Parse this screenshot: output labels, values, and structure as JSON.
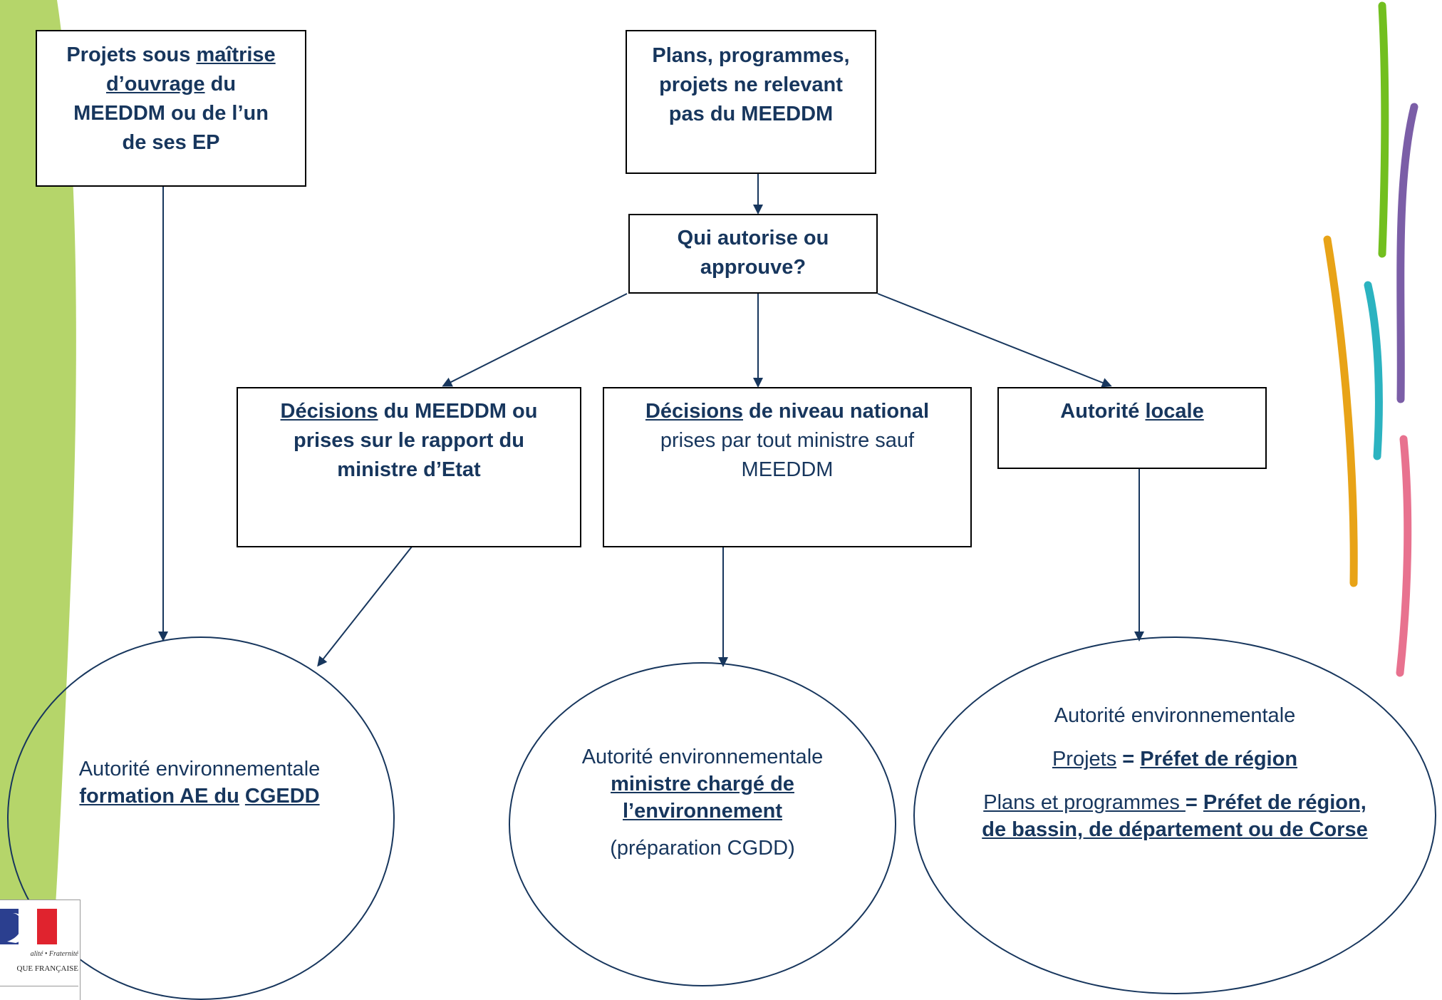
{
  "colors": {
    "green_band": "#b5d56a",
    "box_border": "#000000",
    "text": "#17365d",
    "arrow": "#17365d",
    "mark_green": "#72bf1f",
    "mark_purple": "#7b5ea7",
    "mark_orange": "#e8a317",
    "mark_teal": "#2bb3c0",
    "mark_pink": "#e8728f"
  },
  "boxes": {
    "projets_meeddm": {
      "line1_a": "Projets sous ",
      "line1_b": "maîtrise",
      "line2_a": "d’ouvrage",
      "line2_b": " du",
      "line3": "MEEDDM ou de l’un",
      "line4": "de ses EP"
    },
    "plans_programmes": {
      "line1": "Plans, programmes,",
      "line2": "projets ne relevant",
      "line3": "pas du MEEDDM"
    },
    "qui_autorise": {
      "line1": "Qui autorise ou",
      "line2": "approuve?"
    },
    "decisions_meeddm": {
      "line1_a": "Décisions",
      "line1_b": " du MEEDDM ou",
      "line2": "prises sur le rapport du",
      "line3": "ministre d’Etat"
    },
    "decisions_national": {
      "line1_a": "Décisions",
      "line1_b": " de niveau national",
      "line2": "prises par tout ministre sauf",
      "line3": "MEEDDM"
    },
    "autorite_locale": {
      "line1_a": "Autorité ",
      "line1_b": "locale"
    }
  },
  "ellipses": {
    "cgedd": {
      "line1": "Autorité environnementale",
      "line2_a": "formation AE du",
      "line2_b": "CGEDD"
    },
    "ministre": {
      "line1": "Autorité environnementale",
      "line2": "ministre chargé de",
      "line3": "l’environnement",
      "line4": "(préparation CGDD)"
    },
    "prefet": {
      "line1": "Autorité environnementale",
      "line2_a": "Projets",
      "line2_b": " = ",
      "line2_c": "Préfet de région",
      "line3_a": "Plans et programmes ",
      "line3_b": "= ",
      "line3_c": "Préfet de région,",
      "line4": "de bassin, de département ou de Corse"
    }
  },
  "logo": {
    "motto": "alité • Fraternité",
    "republic": "QUE FRANÇAISE"
  }
}
